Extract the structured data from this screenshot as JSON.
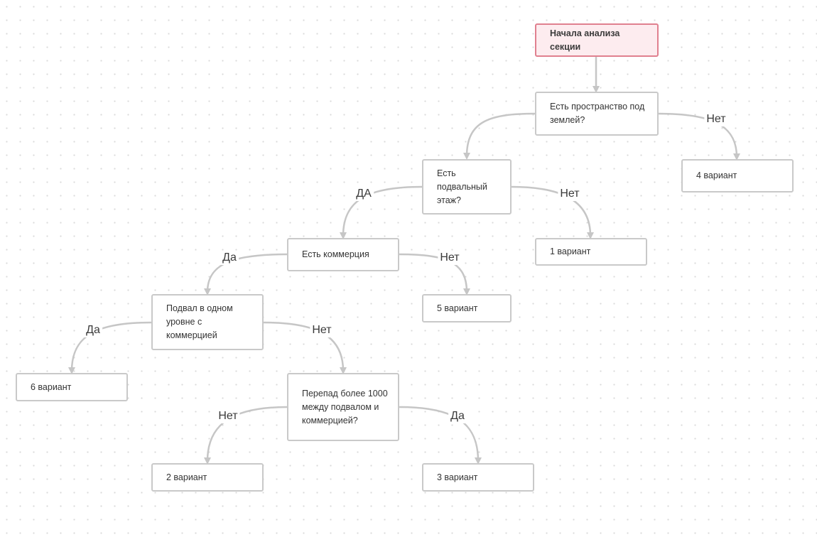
{
  "nodes": {
    "start": "Начала анализа секции",
    "underground": "Есть пространство под землей?",
    "basement": "Есть подвальный этаж?",
    "v4": "4 вариант",
    "commerce": "Есть коммерция",
    "v1": "1 вариант",
    "same_level": "Подвал в одном уровне с коммерцией",
    "v5": "5 вариант",
    "v6": "6 вариант",
    "drop": "Перепад более 1000 между подвалом и коммерцией?",
    "v2": "2 вариант",
    "v3": "3 вариант"
  },
  "edge_labels": {
    "underground_no": "Нет",
    "basement_yes": "ДА",
    "basement_no": "Нет",
    "commerce_yes": "Да",
    "commerce_no": "Нет",
    "same_level_yes": "Да",
    "same_level_no": "Нет",
    "drop_no": "Нет",
    "drop_yes": "Да"
  },
  "colors": {
    "start_fill": "#fdecef",
    "start_border": "#e0808f",
    "node_border": "#c9c9c9",
    "edge": "#c6c6c6"
  }
}
